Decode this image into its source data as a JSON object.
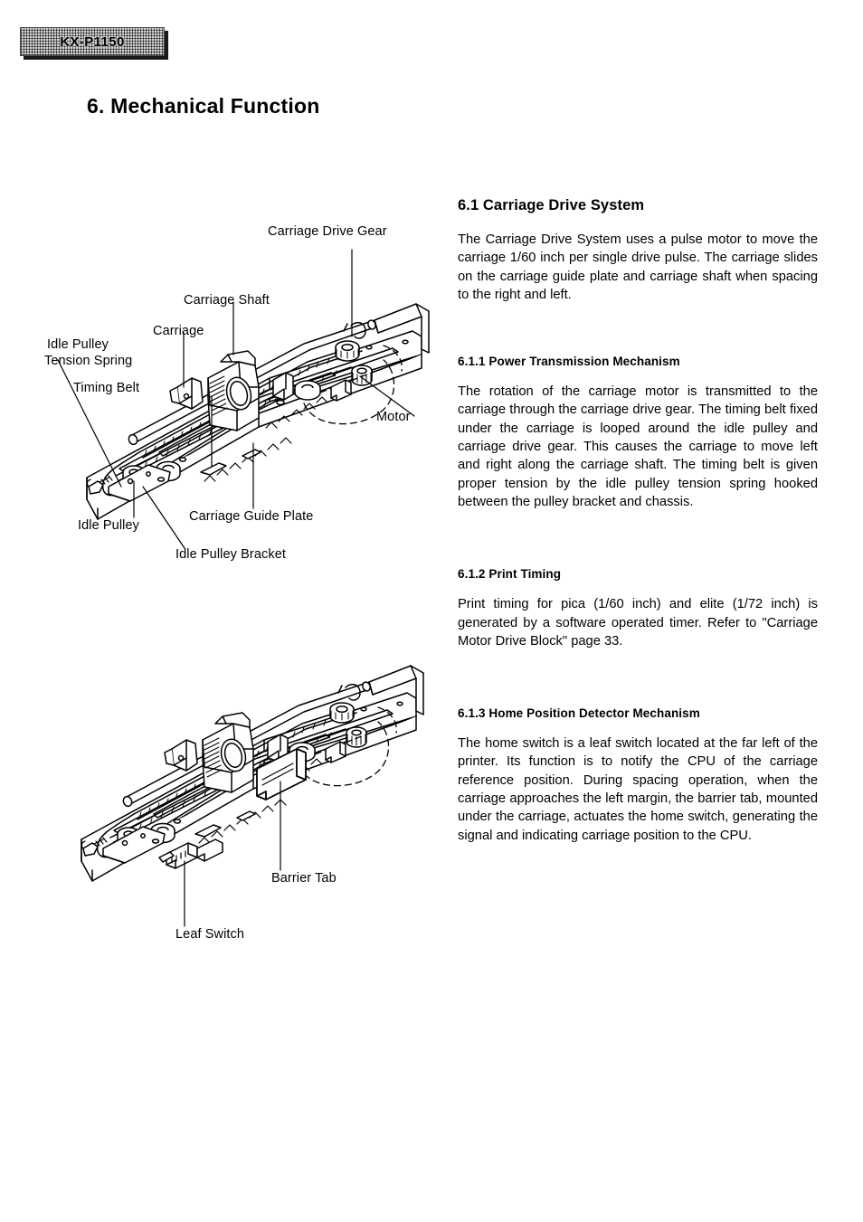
{
  "header": {
    "model": "KX-P1150"
  },
  "chapter": {
    "title": "6. Mechanical Function"
  },
  "sections": {
    "s61_title": "6.1 Carriage Drive System",
    "s61_body": "The Carriage Drive System uses a pulse motor to move the carriage 1/60 inch per single drive pulse. The carriage slides on the carriage guide plate and carriage shaft when spacing to the right and left.",
    "s611_title": "6.1.1 Power Transmission Mechanism",
    "s611_body": "The rotation of the carriage motor is transmitted to the carriage through the carriage drive gear. The timing belt fixed under the carriage is looped around the idle pulley and carriage drive gear. This causes the carriage to move left and right along the carriage shaft. The timing belt is given proper tension by the idle pulley tension spring hooked between the pulley bracket and chassis.",
    "s612_title": "6.1.2 Print Timing",
    "s612_body": "Print timing for pica (1/60 inch) and elite (1/72 inch) is generated by a software operated timer. Refer to \"Carriage Motor Drive Block\" page 33.",
    "s613_title": "6.1.3 Home Position Detector Mechanism",
    "s613_body": "The home switch is a leaf switch located at the far left of the printer. Its function is to notify the CPU of the carriage reference position. During spacing operation, when the carriage approaches the left margin, the barrier tab, mounted under the carriage, actuates the home switch, generating the signal and indicating carriage position to the CPU."
  },
  "figure1": {
    "labels": {
      "carriage_drive_gear": "Carriage Drive Gear",
      "carriage_shaft": "Carriage Shaft",
      "carriage": "Carriage",
      "idle_pulley_tension_spring_line1": "Idle Pulley",
      "idle_pulley_tension_spring_line2": "Tension Spring",
      "timing_belt": "Timing Belt",
      "motor": "Motor",
      "idle_pulley": "Idle Pulley",
      "carriage_guide_plate": "Carriage Guide Plate",
      "idle_pulley_bracket": "Idle Pulley Bracket"
    }
  },
  "figure2": {
    "labels": {
      "barrier_tab": "Barrier Tab",
      "leaf_switch": "Leaf Switch"
    }
  },
  "colors": {
    "ink": "#000000",
    "page": "#ffffff",
    "header_plate": "#d6d6d6"
  }
}
